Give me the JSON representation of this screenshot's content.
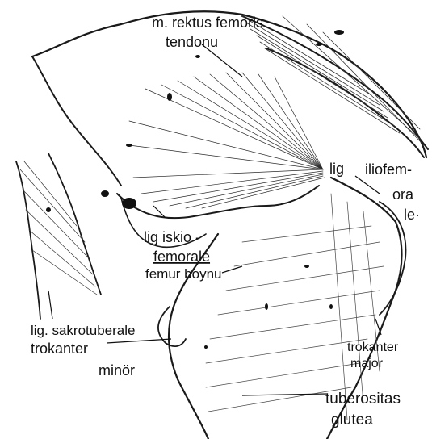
{
  "figure": {
    "labels": {
      "rectus_line1": "m. rektus femoris",
      "rectus_line2": "tendonu",
      "iliofemorale_lig": "lig",
      "iliofemorale_1": "iliofem-",
      "iliofemorale_2": "ora",
      "iliofemorale_3": "le·",
      "iskio_1": "lig iskio -",
      "iskio_2": "femorale",
      "femur_boynu": "femur boynu",
      "sakrotuberale": "lig. sakrotuberale",
      "trokanter_minor_1": "trokanter",
      "trokanter_minor_2": "minör",
      "trokanter_major_1": "trokanter",
      "trokanter_major_2": "major",
      "tuberositas_1": "tuberositas",
      "tuberositas_2": "glutea"
    },
    "colors": {
      "ink": "#111111",
      "shade": "#555555",
      "paper": "#ffffff"
    }
  }
}
